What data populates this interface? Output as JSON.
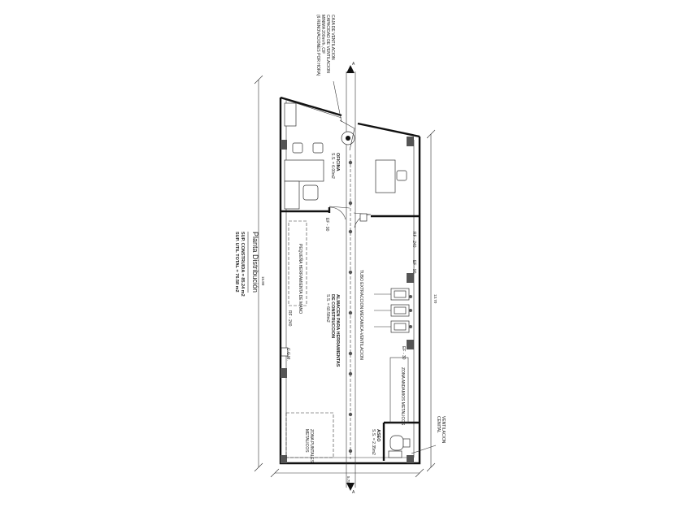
{
  "colors": {
    "line": "#111111",
    "column": "#555555"
  },
  "plan": {
    "title": "Planta Distribución",
    "sup_construida": "SUP. CONSTRUIDA = 85.24 m2",
    "sup_util": "SUP. UTIL TOTAL = 76.58 m2"
  },
  "dims": {
    "left": "15.80",
    "right": "13.70",
    "bottom": "5.75"
  },
  "labels": {
    "caja_ventilacion": [
      "CAJA DE VENTILACION",
      "CAPACIDAD DE VENTILACION",
      "MINIMA 200m³/h ,CIF",
      "(6 RENOVACIONES POR HORA)"
    ],
    "oficina": [
      "OFICINA",
      "S.S. = 6.00m2"
    ],
    "ef90_top": "EF - 90",
    "pequena": "PEQUEÑA HERRAMIENTA DE MANO",
    "rf240_top": "RF - 240",
    "ef90_right": "EF - 90",
    "tubo": "TUBO EXTRACCION MECANICA-VENTILACION",
    "almacen": [
      "ALMACEN PARA HERRAMIENTAS",
      "DE CONSTRUCCION",
      "S.S. = 60.58m2"
    ],
    "rf240_left": "RF - 240",
    "ef30": "EF - 30",
    "cgm": "C.G.M.",
    "andamios": "ZONA ANDAMIOS METALICOS",
    "puntales": [
      "ZONA PUNTALES",
      "METALICOS"
    ],
    "aseo": [
      "ASEO",
      "S.S. = 2.35m2"
    ],
    "ventilacion_cenital": [
      "VENTILACION",
      "CENITAL"
    ],
    "axis_top": "A",
    "axis_bottom": "A"
  }
}
